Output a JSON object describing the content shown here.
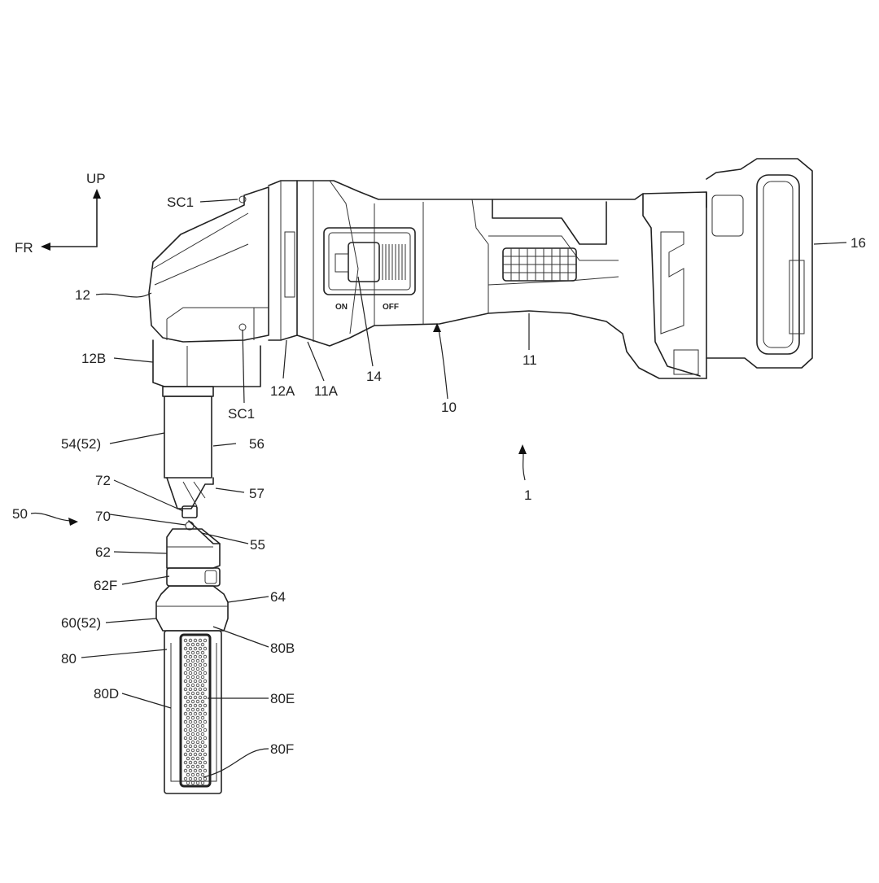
{
  "directions": {
    "up": "UP",
    "front": "FR"
  },
  "labels": {
    "l_sc1_top": "SC1",
    "l_16": "16",
    "l_12": "12",
    "l_12b": "12B",
    "l_12a": "12A",
    "l_11a": "11A",
    "l_14": "14",
    "l_10": "10",
    "l_11": "11",
    "l_sc1_bot": "SC1",
    "l_54": "54(52)",
    "l_56": "56",
    "l_72": "72",
    "l_57": "57",
    "l_50": "50",
    "l_70": "70",
    "l_55": "55",
    "l_1": "1",
    "l_62": "62",
    "l_62f": "62F",
    "l_64": "64",
    "l_60": "60(52)",
    "l_80b": "80B",
    "l_80": "80",
    "l_80d": "80D",
    "l_80e": "80E",
    "l_80f": "80F"
  },
  "switch_marks": {
    "on": "ON",
    "off": "OFF"
  }
}
